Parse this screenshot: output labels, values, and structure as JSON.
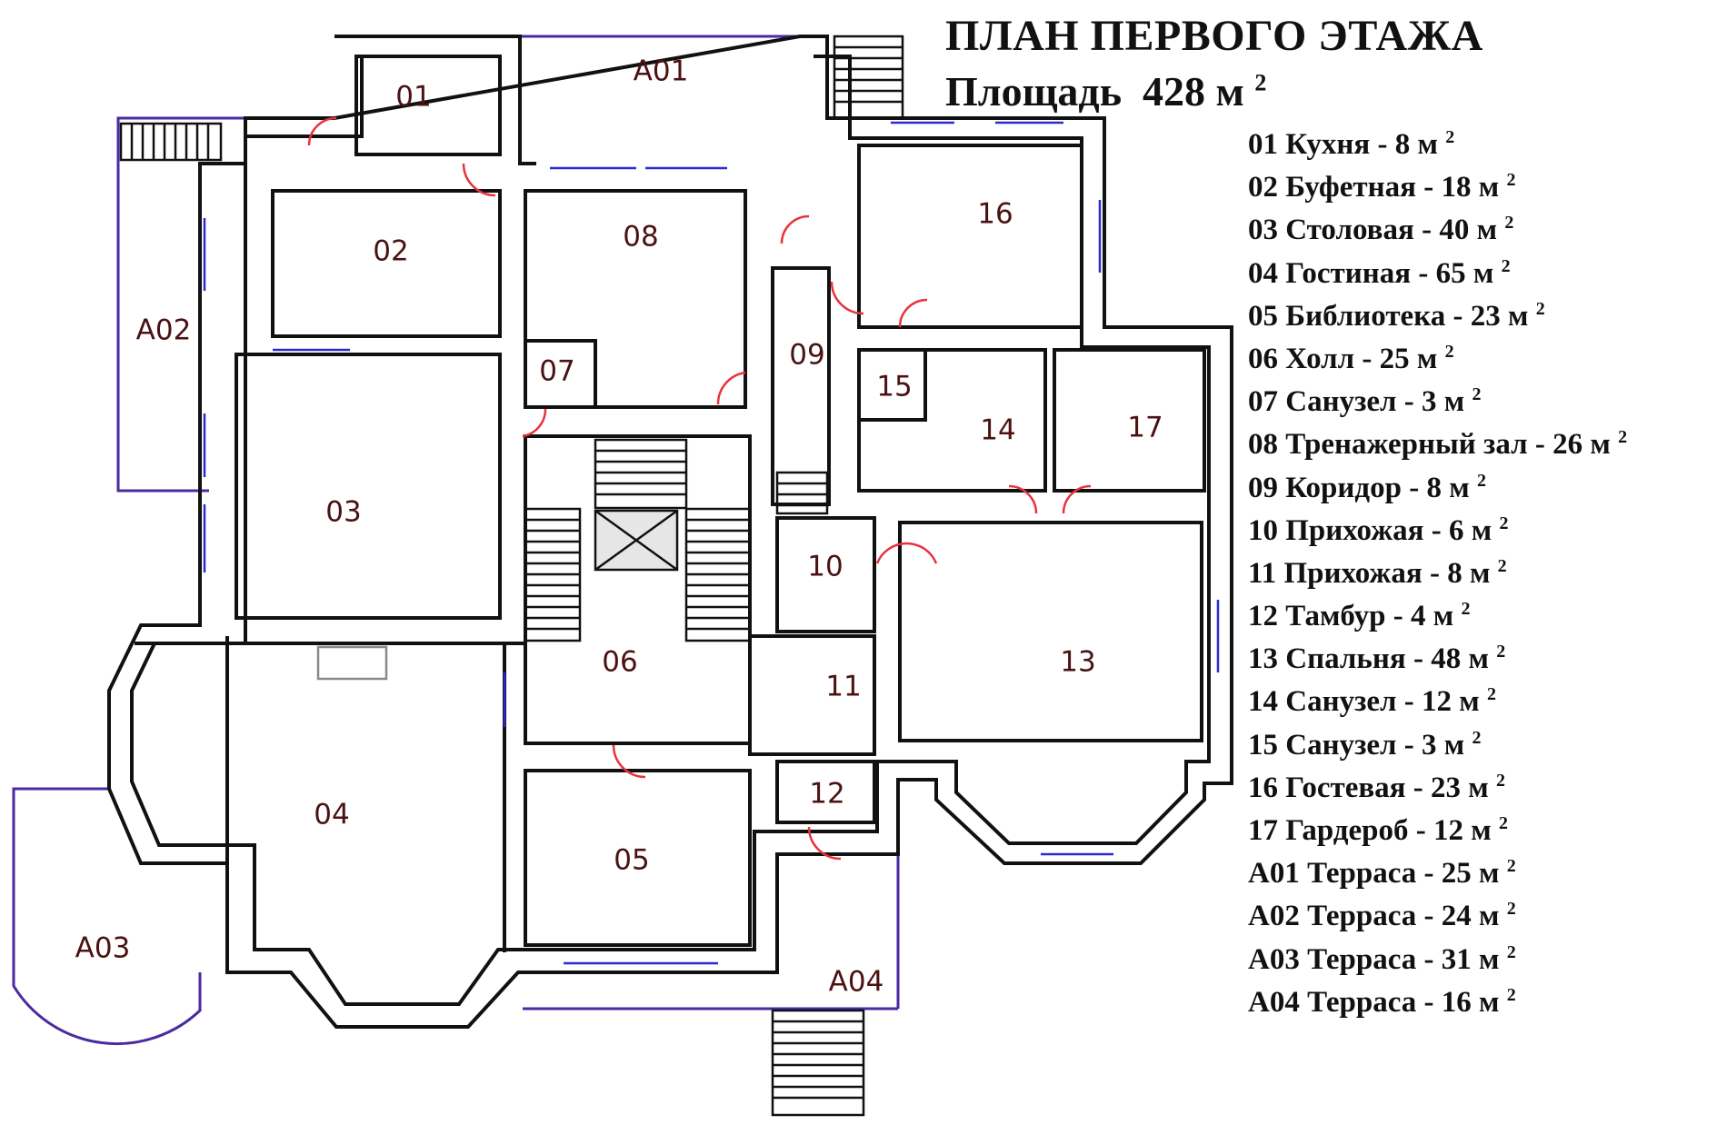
{
  "title": "ПЛАН ПЕРВОГО ЭТАЖА",
  "area": {
    "label": "Площадь",
    "value": "428 м",
    "sup": "2"
  },
  "rooms": [
    {
      "code": "01",
      "name": "Кухня",
      "area": "8 м"
    },
    {
      "code": "02",
      "name": "Буфетная",
      "area": "18 м"
    },
    {
      "code": "03",
      "name": "Столовая",
      "area": "40 м"
    },
    {
      "code": "04",
      "name": "Гостиная",
      "area": "65 м"
    },
    {
      "code": "05",
      "name": "Библиотека",
      "area": "23 м"
    },
    {
      "code": "06",
      "name": "Холл",
      "area": "25 м"
    },
    {
      "code": "07",
      "name": "Санузел",
      "area": "3 м"
    },
    {
      "code": "08",
      "name": "Тренажерный зал",
      "area": "26 м"
    },
    {
      "code": "09",
      "name": "Коридор",
      "area": "8 м"
    },
    {
      "code": "10",
      "name": "Прихожая",
      "area": "6 м"
    },
    {
      "code": "11",
      "name": "Прихожая",
      "area": "8 м"
    },
    {
      "code": "12",
      "name": "Тамбур",
      "area": "4 м"
    },
    {
      "code": "13",
      "name": "Спальня",
      "area": "48 м"
    },
    {
      "code": "14",
      "name": "Санузел",
      "area": "12 м"
    },
    {
      "code": "15",
      "name": "Санузел",
      "area": "3 м"
    },
    {
      "code": "16",
      "name": "Гостевая",
      "area": "23 м"
    },
    {
      "code": "17",
      "name": "Гардероб",
      "area": "12 м"
    },
    {
      "code": "A01",
      "name": "Терраса",
      "area": "25 м"
    },
    {
      "code": "A02",
      "name": "Терраса",
      "area": "24 м"
    },
    {
      "code": "A03",
      "name": "Терраса",
      "area": "31 м"
    },
    {
      "code": "A04",
      "name": "Терраса",
      "area": "16 м"
    }
  ],
  "colors": {
    "wall": "#111111",
    "room_label": "#4a1212",
    "door": "#e8323c",
    "window": "#2a2ad0",
    "terrace_outline": "#4a2aa0"
  }
}
